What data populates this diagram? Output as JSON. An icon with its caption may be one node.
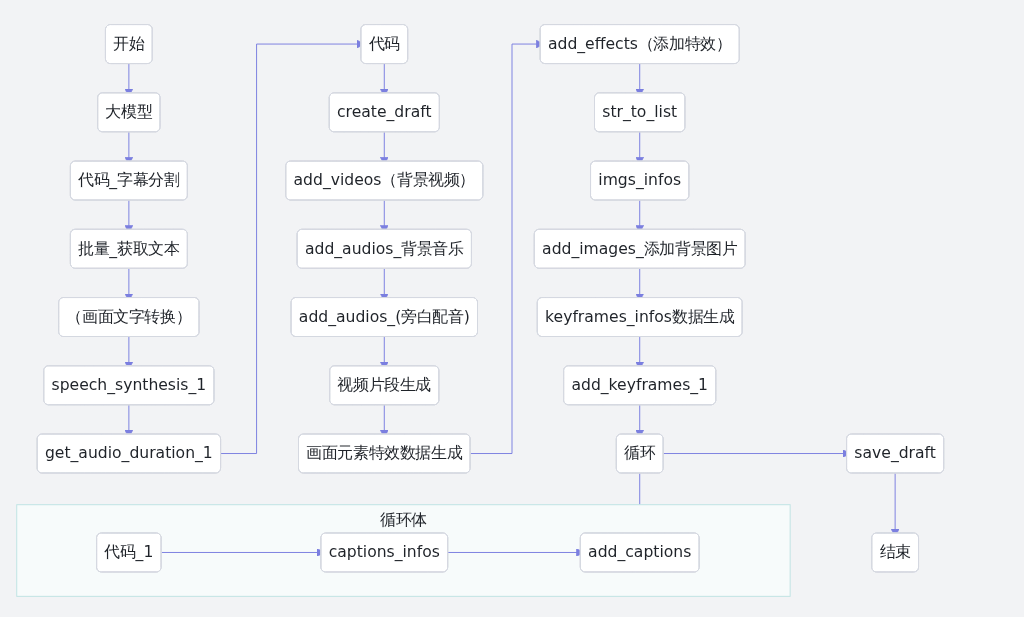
{
  "diagram": {
    "nodes": [
      {
        "text": [
          "开始"
        ]
      },
      {
        "text": [
          "大模型"
        ]
      },
      {
        "text": [
          "代码_字幕分割"
        ]
      },
      {
        "text": [
          "批量_获取文本"
        ]
      },
      {
        "text": [
          "（画面文字转换）"
        ]
      },
      {
        "text": [
          "speech_synthesis_1"
        ]
      },
      {
        "text": [
          "get_audio_duration_1"
        ]
      },
      {
        "text": [
          "代码"
        ]
      },
      {
        "text": [
          "create_draft"
        ]
      },
      {
        "text": [
          "add_videos（背景视频）"
        ]
      },
      {
        "text": [
          "add_audios_背景音乐"
        ]
      },
      {
        "text": [
          "add_audios_(旁白配音)"
        ]
      },
      {
        "text": [
          "视频片段生成"
        ]
      },
      {
        "text": [
          "画面元素特效数据生成"
        ]
      },
      {
        "text": [
          "add_effects（添加特效）"
        ]
      },
      {
        "text": [
          "str_to_list"
        ]
      },
      {
        "text": [
          "imgs_infos"
        ]
      },
      {
        "text": [
          "add_images_添加背景图片"
        ]
      },
      {
        "text": [
          "keyframes_infos数据生成"
        ]
      },
      {
        "text": [
          "add_keyframes_1"
        ]
      },
      {
        "text": [
          "循环"
        ]
      },
      {
        "text": [
          "save_draft"
        ]
      },
      {
        "text": [
          "结束"
        ]
      },
      {
        "text": [
          "循环体"
        ]
      },
      {
        "text": [
          "代码_1"
        ],
        "in": 23
      },
      {
        "text": [
          "captions_infos"
        ],
        "in": 23
      },
      {
        "text": [
          "add_captions"
        ],
        "in": 23
      }
    ],
    "edges": [
      {
        "from": 0,
        "to": 1,
        "arrow": "to"
      },
      {
        "from": 1,
        "to": 2,
        "arrow": "to"
      },
      {
        "from": 2,
        "to": 3,
        "arrow": "to"
      },
      {
        "from": 3,
        "to": 4,
        "arrow": "to"
      },
      {
        "from": 4,
        "to": 5,
        "arrow": "to"
      },
      {
        "from": 5,
        "to": 6,
        "arrow": "to"
      },
      {
        "from": 6,
        "to": 7,
        "arrow": "to"
      },
      {
        "from": 7,
        "to": 8,
        "arrow": "to"
      },
      {
        "from": 8,
        "to": 9,
        "arrow": "to"
      },
      {
        "from": 9,
        "to": 10,
        "arrow": "to"
      },
      {
        "from": 10,
        "to": 11,
        "arrow": "to"
      },
      {
        "from": 11,
        "to": 12,
        "arrow": "to"
      },
      {
        "from": 12,
        "to": 13,
        "arrow": "to"
      },
      {
        "from": 13,
        "to": 14,
        "arrow": "to"
      },
      {
        "from": 14,
        "to": 15,
        "arrow": "to"
      },
      {
        "from": 15,
        "to": 16,
        "arrow": "to"
      },
      {
        "from": 16,
        "to": 17,
        "arrow": "to"
      },
      {
        "from": 17,
        "to": 18,
        "arrow": "to"
      },
      {
        "from": 18,
        "to": 19,
        "arrow": "to"
      },
      {
        "from": 19,
        "to": 20,
        "arrow": "to"
      },
      {
        "from": 20,
        "to": 21,
        "arrow": "to"
      },
      {
        "from": 21,
        "to": 22,
        "arrow": "to"
      },
      {
        "from": 20,
        "to": 23,
        "arrow": "none"
      },
      {
        "from": 24,
        "to": 25,
        "arrow": "to"
      },
      {
        "from": 25,
        "to": 26,
        "arrow": "to"
      }
    ]
  }
}
